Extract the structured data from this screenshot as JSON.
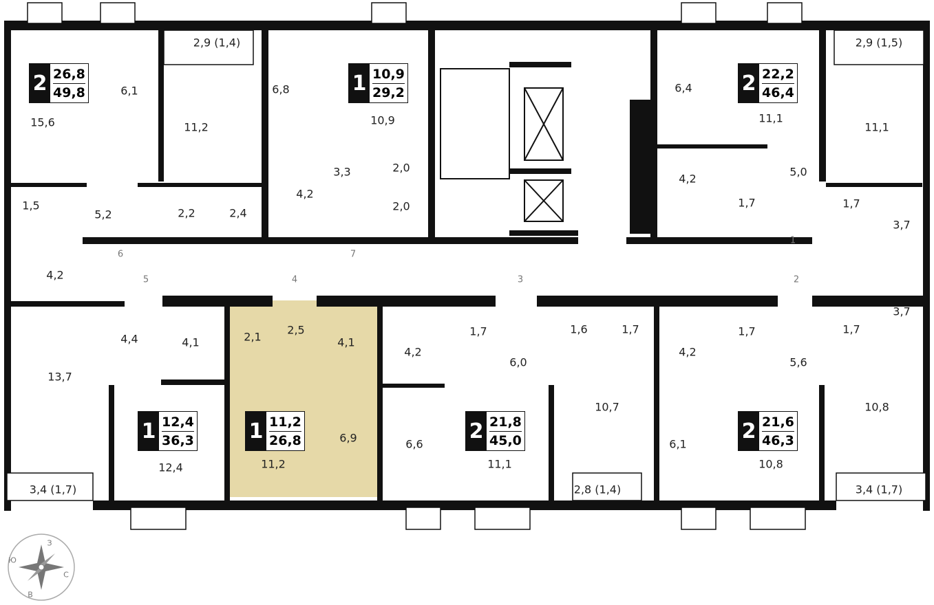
{
  "highlight_color": "#e6d9a8",
  "apartments": [
    {
      "rooms": "2",
      "living": "26,8",
      "total": "49,8"
    },
    {
      "rooms": "1",
      "living": "10,9",
      "total": "29,2"
    },
    {
      "rooms": "2",
      "living": "22,2",
      "total": "46,4"
    },
    {
      "rooms": "1",
      "living": "12,4",
      "total": "36,3"
    },
    {
      "rooms": "1",
      "living": "11,2",
      "total": "26,8",
      "highlighted": true
    },
    {
      "rooms": "2",
      "living": "21,8",
      "total": "45,0"
    },
    {
      "rooms": "2",
      "living": "21,6",
      "total": "46,3"
    }
  ],
  "rooms": [
    "2,9 (1,4)",
    "15,6",
    "6,1",
    "11,2",
    "6,8",
    "10,9",
    "3,3",
    "2,0",
    "2,0",
    "4,2",
    "1,5",
    "5,2",
    "2,2",
    "2,4",
    "4,2",
    "6,4",
    "11,1",
    "2,9 (1,5)",
    "11,1",
    "4,2",
    "1,7",
    "5,0",
    "1,7",
    "3,7",
    "3,7",
    "1,7",
    "4,4",
    "4,1",
    "2,1",
    "2,5",
    "4,1",
    "4,2",
    "1,7",
    "6,0",
    "1,6",
    "1,7",
    "4,2",
    "1,7",
    "5,6",
    "13,7",
    "10,7",
    "10,8",
    "6,9",
    "6,6",
    "6,1",
    "12,4",
    "11,2",
    "11,1",
    "10,8",
    "3,4 (1,7)",
    "2,8 (1,4)",
    "3,4 (1,7)"
  ],
  "doors": [
    "1",
    "2",
    "3",
    "4",
    "5",
    "6",
    "7"
  ],
  "compass": {
    "n": "С",
    "s": "Ю",
    "e": "В",
    "w": "З"
  }
}
